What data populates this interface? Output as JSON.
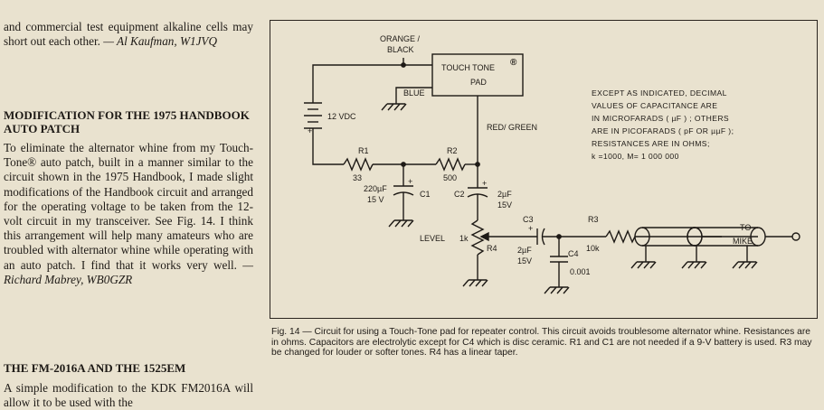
{
  "left_column": {
    "intro_paragraph": "and commercial test equipment alkaline cells may short out each other.",
    "intro_signature": "— Al Kaufman, W1JVQ",
    "section1_heading": "Modification for the 1975 Handbook Auto Patch",
    "section1_body": "To eliminate the alternator whine from my Touch-Tone® auto patch, built in a manner similar to the circuit shown in the 1975 Handbook, I made slight modifications of the Handbook circuit and arranged for the operating voltage to be taken from the 12-volt circuit in my transceiver. See Fig. 14. I think this arrangement will help many amateurs who are troubled with alternator whine while operating with an auto patch. I find that it works very well.",
    "section1_signature": "— Richard Mabrey, WB0GZR",
    "section2_heading": "The FM-2016A and the 1525EM",
    "section2_body": "A simple modification to the KDK FM2016A will allow it to be used with the"
  },
  "figure": {
    "labels": {
      "orange_black_1": "ORANGE /",
      "orange_black_2": "BLACK",
      "touch_tone_1": "TOUCH TONE",
      "registered": "®",
      "touch_tone_2": "PAD",
      "blue": "BLUE",
      "red_green": "RED/ GREEN",
      "battery": "12 VDC",
      "r1": "R1",
      "r1_val": "33",
      "r2": "R2",
      "r2_val": "500",
      "c1_val1": "220µF",
      "c1_val2": "15 V",
      "c1": "C1",
      "c2": "C2",
      "c2_val1": "2µF",
      "c2_val2": "15V",
      "c3": "C3",
      "r3": "R3",
      "r3_val": "10k",
      "level": "LEVEL",
      "level_val": "1k",
      "r4": "R4",
      "c3_val1": "2µF",
      "c3_val2": "15V",
      "c4": "C4",
      "c4_val": "0.001",
      "to": "TO",
      "mike": "MIKE",
      "plus": "+"
    },
    "notes": [
      "EXCEPT AS INDICATED, DECIMAL",
      "VALUES OF CAPACITANCE ARE",
      "IN MICROFARADS ( µF ) ; OTHERS",
      "ARE IN PICOFARADS ( pF OR µµF );",
      "RESISTANCES ARE IN OHMS;",
      "k =1000, M= 1 000 000"
    ],
    "caption": "Fig. 14 — Circuit for using a Touch-Tone pad for repeater control. This circuit avoids troublesome alternator whine. Resistances are in ohms. Capacitors are electrolytic except for C4 which is disc ceramic. R1 and C1 are not needed if a 9-V battery is used. R3 may be changed for louder or softer tones. R4 has a linear taper."
  }
}
